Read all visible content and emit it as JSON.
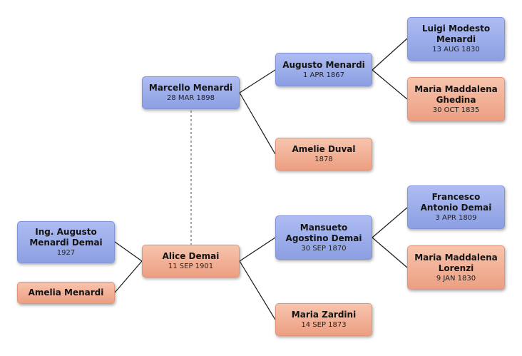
{
  "people": {
    "child": {
      "name": "Ing. Augusto Menardi Demai",
      "date": "1927"
    },
    "child_spouse": {
      "name": "Amelia Menardi",
      "date": ""
    },
    "mother": {
      "name": "Alice Demai",
      "date": "11 SEP 1901"
    },
    "father": {
      "name": "Marcello Menardi",
      "date": "28 MAR 1898"
    },
    "pf": {
      "name": "Augusto Menardi",
      "date": "1 APR 1867"
    },
    "pm": {
      "name": "Amelie Duval",
      "date": "1878"
    },
    "mf": {
      "name": "Mansueto Agostino Demai",
      "date": "30 SEP 1870"
    },
    "mm": {
      "name": "Maria Zardini",
      "date": "14 SEP 1873"
    },
    "pff": {
      "name": "Luigi Modesto Menardi",
      "date": "13 AUG 1830"
    },
    "pfm": {
      "name": "Maria Maddalena Ghedina",
      "date": "30 OCT 1835"
    },
    "mff": {
      "name": "Francesco Antonio Demai",
      "date": "3 APR 1809"
    },
    "mfm": {
      "name": "Maria Maddalena Lorenzi",
      "date": "9 JAN 1830"
    }
  },
  "colors": {
    "male": "#98a9ea",
    "female": "#f0ad92",
    "connector": "#1a1a1a",
    "spouse_link": "#777777"
  }
}
